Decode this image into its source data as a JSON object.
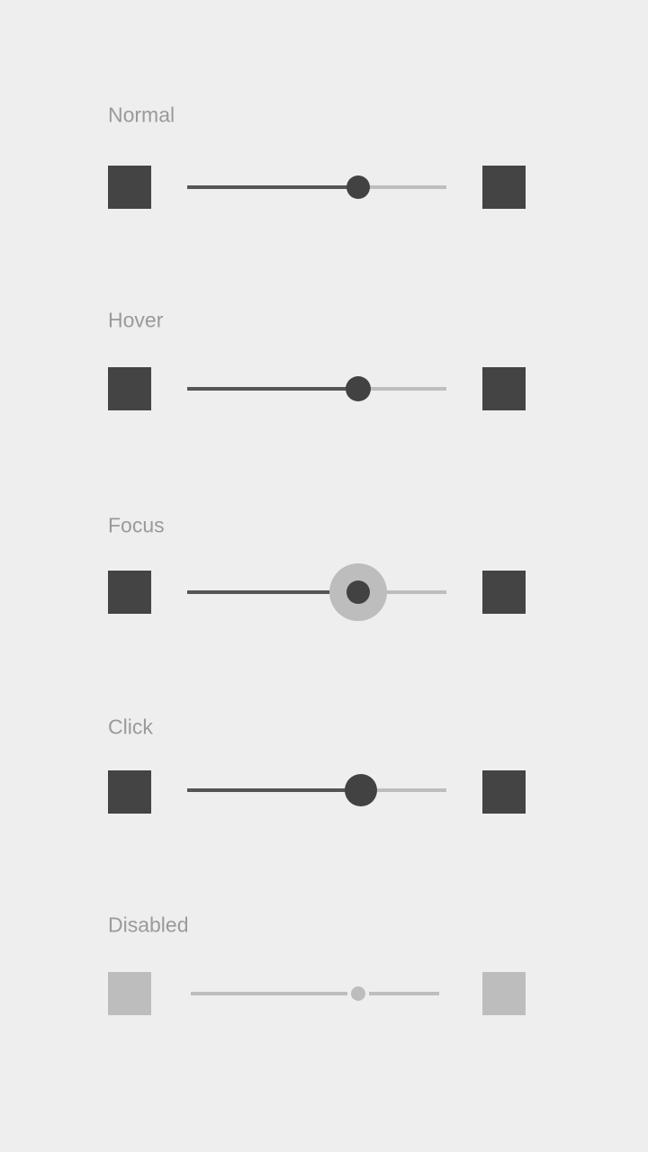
{
  "states": [
    {
      "label": "Normal",
      "value": 0.66
    },
    {
      "label": "Hover",
      "value": 0.66
    },
    {
      "label": "Focus",
      "value": 0.66
    },
    {
      "label": "Click",
      "value": 0.67
    },
    {
      "label": "Disabled",
      "value": 0.66
    }
  ],
  "colors": {
    "background": "#eeeeee",
    "label": "#9a9a9a",
    "active": "#444444",
    "track_active": "#555555",
    "track_inactive": "#bdbdbd",
    "disabled": "#bdbdbd",
    "focus_halo": "#bdbdbd"
  },
  "icons": {
    "start": "square-icon",
    "end": "square-icon"
  }
}
